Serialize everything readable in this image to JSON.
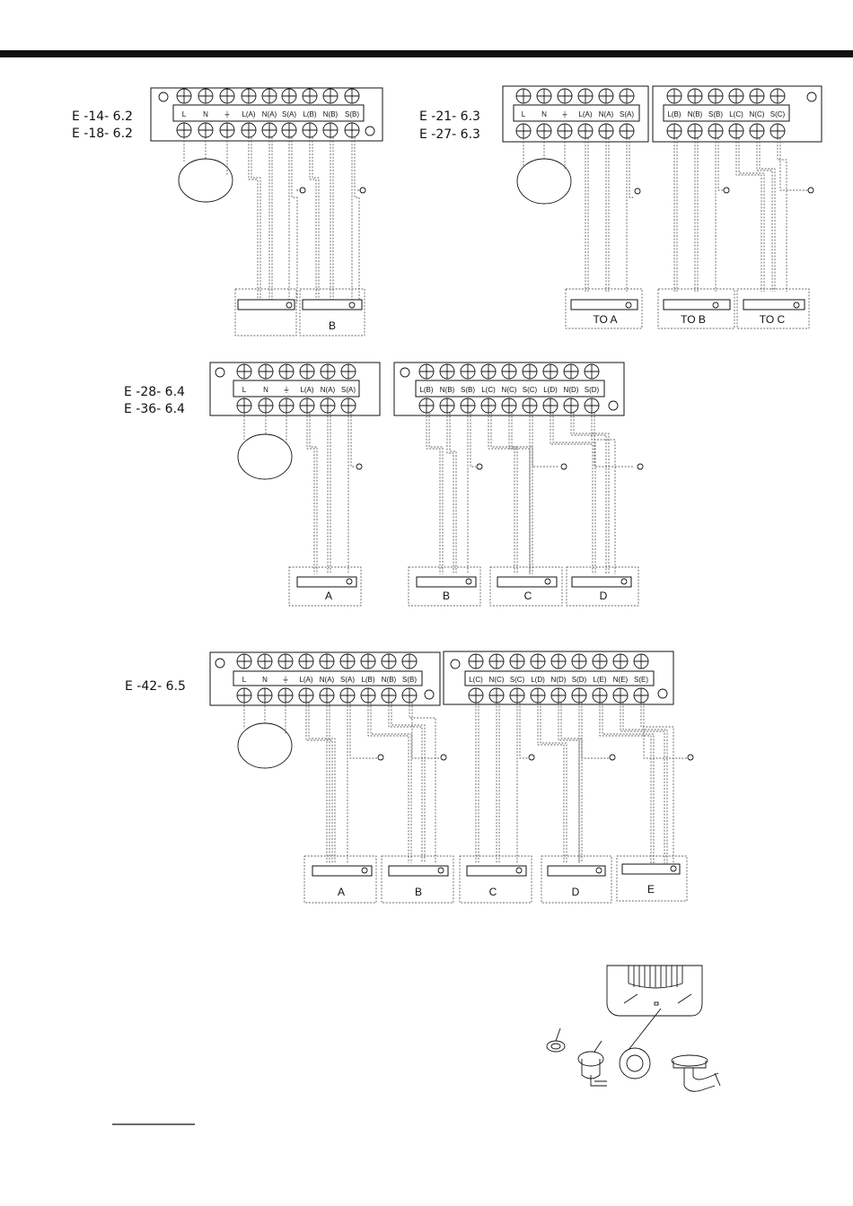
{
  "header_bar_color": "#111111",
  "diagrams": [
    {
      "models": [
        "E -14-  6.2",
        "E -18-  6.2"
      ],
      "terminal_blocks": [
        {
          "labels": [
            "L",
            "N",
            "⏚",
            "L(A)",
            "N(A)",
            "S(A)",
            "L(B)",
            "N(B)",
            "S(B)"
          ]
        }
      ],
      "destinations": [
        "",
        "B"
      ]
    },
    {
      "models": [
        "E  -21-  6.3",
        "E  -27-  6.3"
      ],
      "terminal_blocks": [
        {
          "labels": [
            "L",
            "N",
            "⏚",
            "L(A)",
            "N(A)",
            "S(A)"
          ]
        },
        {
          "labels": [
            "L(B)",
            "N(B)",
            "S(B)",
            "L(C)",
            "N(C)",
            "S(C)"
          ]
        }
      ],
      "destinations": [
        "TO   A",
        "TO   B",
        "TO   C"
      ]
    },
    {
      "models": [
        "E  -28-  6.4",
        "E  -36-  6.4"
      ],
      "terminal_blocks": [
        {
          "labels": [
            "L",
            "N",
            "⏚",
            "L(A)",
            "N(A)",
            "S(A)"
          ]
        },
        {
          "labels": [
            "L(B)",
            "N(B)",
            "S(B)",
            "L(C)",
            "N(C)",
            "S(C)",
            "L(D)",
            "N(D)",
            "S(D)"
          ]
        }
      ],
      "destinations": [
        "A",
        "B",
        "C",
        "D"
      ]
    },
    {
      "models": [
        "E  -42-  6.5"
      ],
      "terminal_blocks": [
        {
          "labels": [
            "L",
            "N",
            "⏚",
            "L(A)",
            "N(A)",
            "S(A)",
            "L(B)",
            "N(B)",
            "S(B)"
          ]
        },
        {
          "labels": [
            "L(C)",
            "N(C)",
            "S(C)",
            "L(D)",
            "N(D)",
            "S(D)",
            "L(E)",
            "N(E)",
            "S(E)"
          ]
        }
      ],
      "destinations": [
        "A",
        "B",
        "C",
        "D",
        "E"
      ]
    }
  ],
  "icons": [
    "ground-screw-icon",
    "power-supply-oval",
    "drain-joint-illustration"
  ]
}
